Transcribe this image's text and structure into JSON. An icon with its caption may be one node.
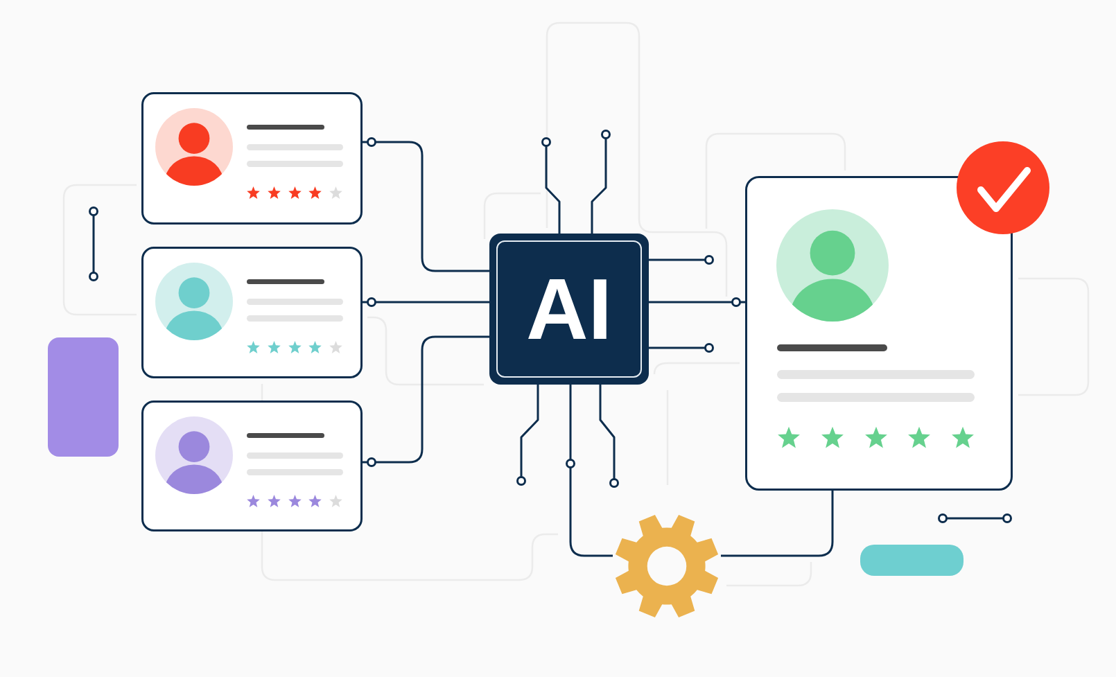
{
  "diagram": {
    "nodes": [
      {
        "text": [],
        "shape": "box"
      },
      {
        "text": [],
        "shape": "box"
      },
      {
        "text": [],
        "shape": "box"
      },
      {
        "text": [
          "AI"
        ]
      },
      {
        "text": [],
        "shape": "gear"
      },
      {
        "text": [],
        "shape": "box"
      }
    ],
    "edges": [
      {
        "from": 0,
        "to": 3,
        "arrow": "other"
      },
      {
        "from": 1,
        "to": 3,
        "arrow": "other"
      },
      {
        "from": 2,
        "to": 3,
        "arrow": "other"
      },
      {
        "from": 3,
        "to": null,
        "arrow": "other"
      },
      {
        "from": 3,
        "to": null,
        "arrow": "other"
      },
      {
        "from": 3,
        "to": null,
        "arrow": "other"
      },
      {
        "from": 3,
        "to": 5,
        "arrow": "other"
      },
      {
        "from": 3,
        "to": null,
        "arrow": "other"
      },
      {
        "from": 3,
        "to": null,
        "arrow": "other"
      },
      {
        "from": 3,
        "to": null,
        "arrow": "other"
      },
      {
        "from": 3,
        "to": 4,
        "arrow": "none"
      },
      {
        "from": 4,
        "to": 5,
        "arrow": "none"
      }
    ]
  }
}
